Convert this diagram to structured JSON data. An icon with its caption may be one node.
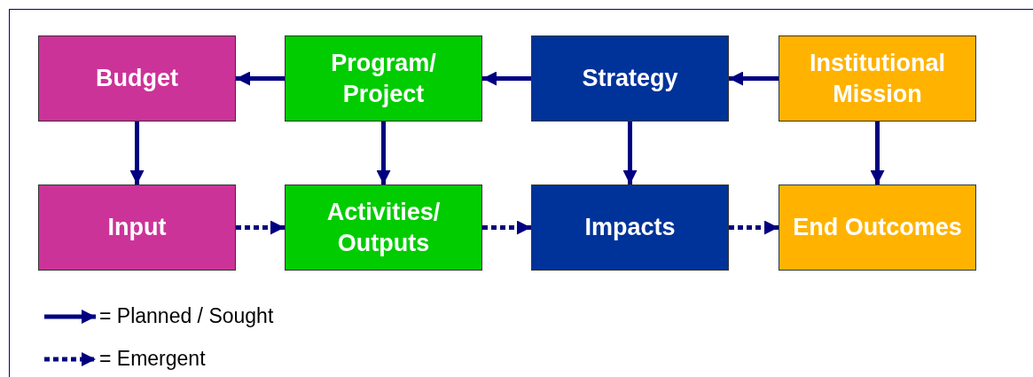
{
  "diagram": {
    "nodes": [
      {
        "text": [
          "Budget"
        ]
      },
      {
        "text": [
          "Program/ Project"
        ]
      },
      {
        "text": [
          "Strategy"
        ]
      },
      {
        "text": [
          "Institutional Mission"
        ]
      },
      {
        "text": [
          "Input"
        ]
      },
      {
        "text": [
          "Activities/ Outputs"
        ]
      },
      {
        "text": [
          "Impacts"
        ]
      },
      {
        "text": [
          "End Outcomes"
        ]
      }
    ],
    "edges": [
      {
        "from": 1,
        "to": 0,
        "arrow": "to"
      },
      {
        "from": 2,
        "to": 1,
        "arrow": "to"
      },
      {
        "from": 3,
        "to": 2,
        "arrow": "to"
      },
      {
        "from": 0,
        "to": 4,
        "arrow": "to"
      },
      {
        "from": 1,
        "to": 5,
        "arrow": "to"
      },
      {
        "from": 2,
        "to": 6,
        "arrow": "to"
      },
      {
        "from": 3,
        "to": 7,
        "arrow": "to"
      },
      {
        "from": 4,
        "to": 5,
        "arrow": "to",
        "style": "dashed"
      },
      {
        "from": 5,
        "to": 6,
        "arrow": "to",
        "style": "dashed"
      },
      {
        "from": 6,
        "to": 7,
        "arrow": "to",
        "style": "dashed"
      }
    ],
    "legend": [
      {
        "text": "= Planned / Sought"
      },
      {
        "text": "= Emergent"
      }
    ]
  }
}
